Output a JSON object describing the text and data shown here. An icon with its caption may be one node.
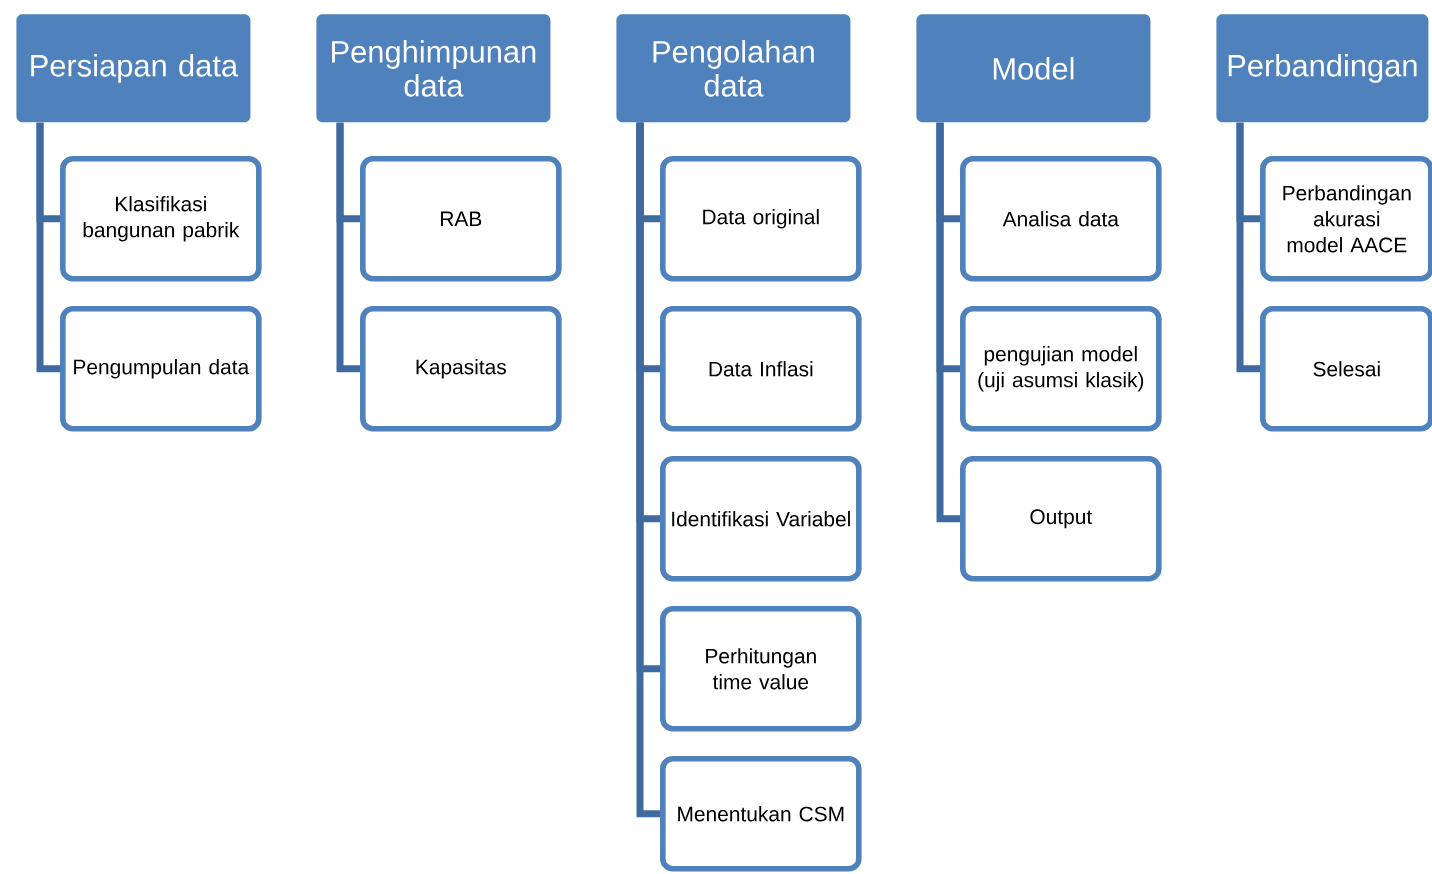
{
  "diagram": {
    "nodes": [
      {
        "text": [
          "Persiapan data"
        ]
      },
      {
        "text": [
          "Klasifikasi bangunan pabrik"
        ]
      },
      {
        "text": [
          "Pengumpulan data"
        ]
      },
      {
        "text": [
          "Penghimpunan data"
        ]
      },
      {
        "text": [
          "RAB"
        ]
      },
      {
        "text": [
          "Kapasitas"
        ]
      },
      {
        "text": [
          "Pengolahan data"
        ]
      },
      {
        "text": [
          "Data original"
        ]
      },
      {
        "text": [
          "Data Inflasi"
        ]
      },
      {
        "text": [
          "Identifikasi Variabel"
        ]
      },
      {
        "text": [
          "Perhitungan time value"
        ]
      },
      {
        "text": [
          "Menentukan CSM"
        ]
      },
      {
        "text": [
          "Model"
        ]
      },
      {
        "text": [
          "Analisa data"
        ]
      },
      {
        "text": [
          "pengujian model (uji asumsi klasik)"
        ]
      },
      {
        "text": [
          "Output"
        ]
      },
      {
        "text": [
          "Perbandingan"
        ]
      },
      {
        "text": [
          "Perbandingan akurasi model AACE"
        ]
      },
      {
        "text": [
          "Selesai"
        ]
      }
    ],
    "edges": [
      {
        "from": 0,
        "to": 1,
        "arrow": "none"
      },
      {
        "from": 0,
        "to": 2,
        "arrow": "none"
      },
      {
        "from": 3,
        "to": 4,
        "arrow": "none"
      },
      {
        "from": 3,
        "to": 5,
        "arrow": "none"
      },
      {
        "from": 6,
        "to": 7,
        "arrow": "none"
      },
      {
        "from": 6,
        "to": 8,
        "arrow": "none"
      },
      {
        "from": 6,
        "to": 9,
        "arrow": "none"
      },
      {
        "from": 6,
        "to": 10,
        "arrow": "none"
      },
      {
        "from": 6,
        "to": 11,
        "arrow": "none"
      },
      {
        "from": 12,
        "to": 13,
        "arrow": "none"
      },
      {
        "from": 12,
        "to": 14,
        "arrow": "none"
      },
      {
        "from": 12,
        "to": 15,
        "arrow": "none"
      },
      {
        "from": 16,
        "to": 17,
        "arrow": "none"
      },
      {
        "from": 16,
        "to": 18,
        "arrow": "none"
      }
    ]
  }
}
